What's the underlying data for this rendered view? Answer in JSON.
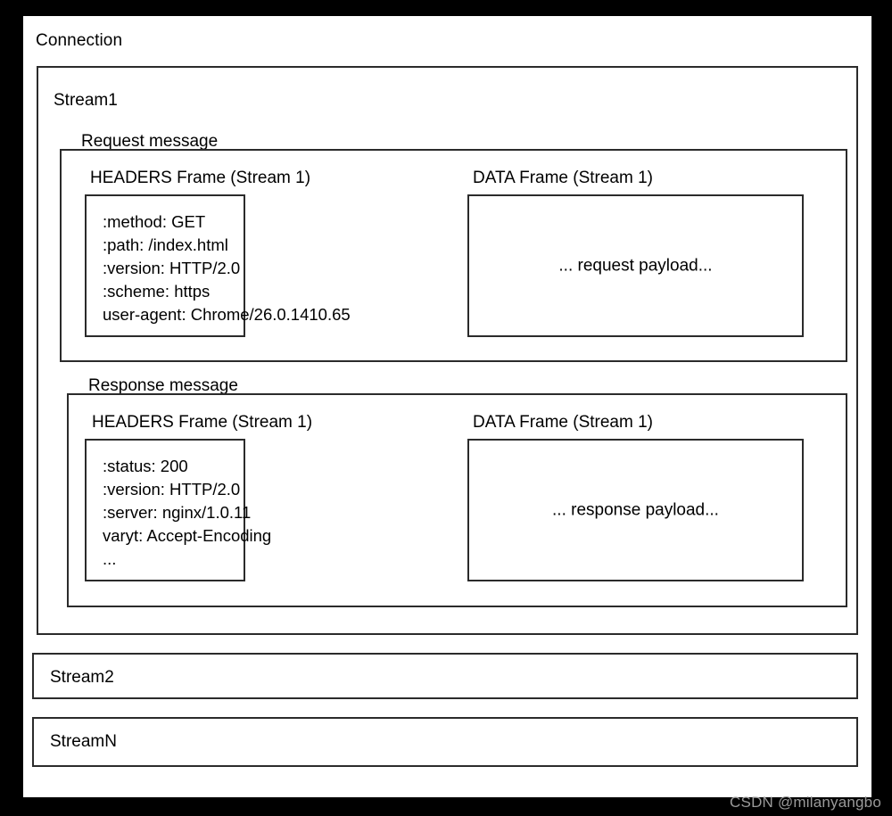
{
  "diagram": {
    "connection_label": "Connection",
    "watermark": "CSDN @milanyangbo",
    "colors": {
      "background": "#000000",
      "panel": "#ffffff",
      "border": "#2b2b2b",
      "text": "#000000",
      "watermark": "#9a9a9a"
    }
  },
  "stream1": {
    "title": "Stream1",
    "request": {
      "label": "Request message",
      "headers_frame": {
        "title": "HEADERS Frame (Stream 1)",
        "lines": [
          ":method: GET",
          ":path: /index.html",
          ":version: HTTP/2.0",
          ":scheme: https",
          "user-agent: Chrome/26.0.1410.65"
        ]
      },
      "data_frame": {
        "title": "DATA Frame (Stream 1)",
        "payload": "... request payload..."
      }
    },
    "response": {
      "label": "Response message",
      "headers_frame": {
        "title": "HEADERS Frame (Stream 1)",
        "lines": [
          ":status: 200",
          ":version: HTTP/2.0",
          ":server: nginx/1.0.11",
          "varyt: Accept-Encoding",
          "..."
        ]
      },
      "data_frame": {
        "title": "DATA Frame (Stream 1)",
        "payload": "... response payload..."
      }
    }
  },
  "stream2": {
    "title": "Stream2"
  },
  "streamN": {
    "title": "StreamN"
  }
}
